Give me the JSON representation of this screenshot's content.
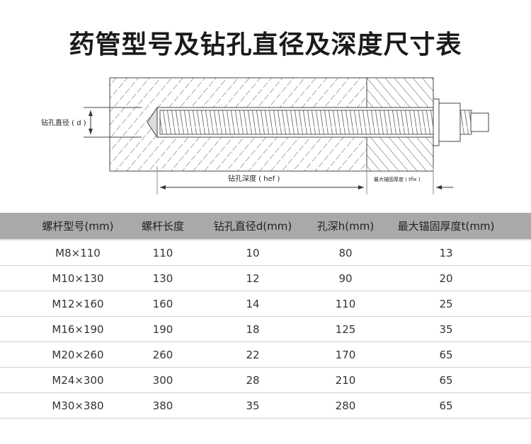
{
  "title": "药管型号及钻孔直径及深度尺寸表",
  "diagram": {
    "drill_diameter": "钻孔直径 ( d )",
    "drill_depth": "钻孔深度 ( hef )",
    "max_fix_thickness": "最大锚固厚度 ( tfix )"
  },
  "table": {
    "headers": [
      "螺杆型号(mm)",
      "螺杆长度",
      "钻孔直径d(mm)",
      "孔深h(mm)",
      "最大锚固厚度t(mm)"
    ],
    "rows": [
      [
        "M8×110",
        "110",
        "10",
        "80",
        "13"
      ],
      [
        "M10×130",
        "130",
        "12",
        "90",
        "20"
      ],
      [
        "M12×160",
        "160",
        "14",
        "110",
        "25"
      ],
      [
        "M16×190",
        "190",
        "18",
        "125",
        "35"
      ],
      [
        "M20×260",
        "260",
        "22",
        "170",
        "65"
      ],
      [
        "M24×300",
        "300",
        "28",
        "210",
        "65"
      ],
      [
        "M30×380",
        "380",
        "35",
        "280",
        "65"
      ]
    ]
  }
}
